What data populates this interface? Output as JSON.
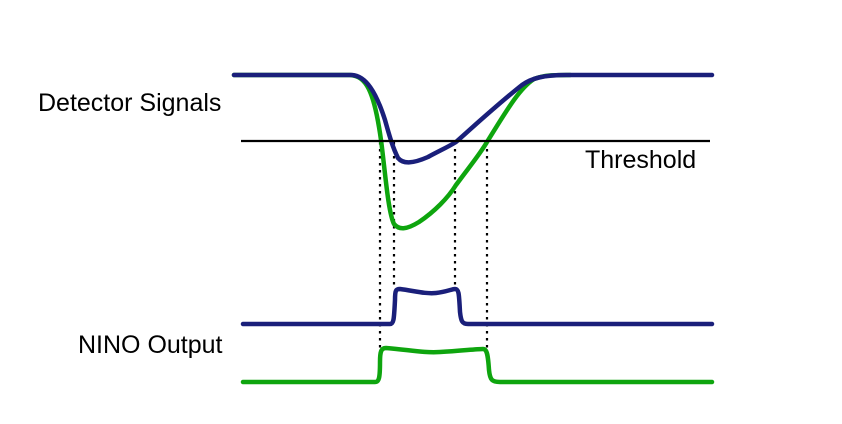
{
  "labels": {
    "detector_signals": "Detector Signals",
    "threshold": "Threshold",
    "nino_output": "NINO Output"
  },
  "colors": {
    "small_signal": "#1a1f7a",
    "large_signal": "#0ea50e",
    "threshold_line": "#000000",
    "guide_lines": "#000000",
    "background": "#ffffff"
  }
}
